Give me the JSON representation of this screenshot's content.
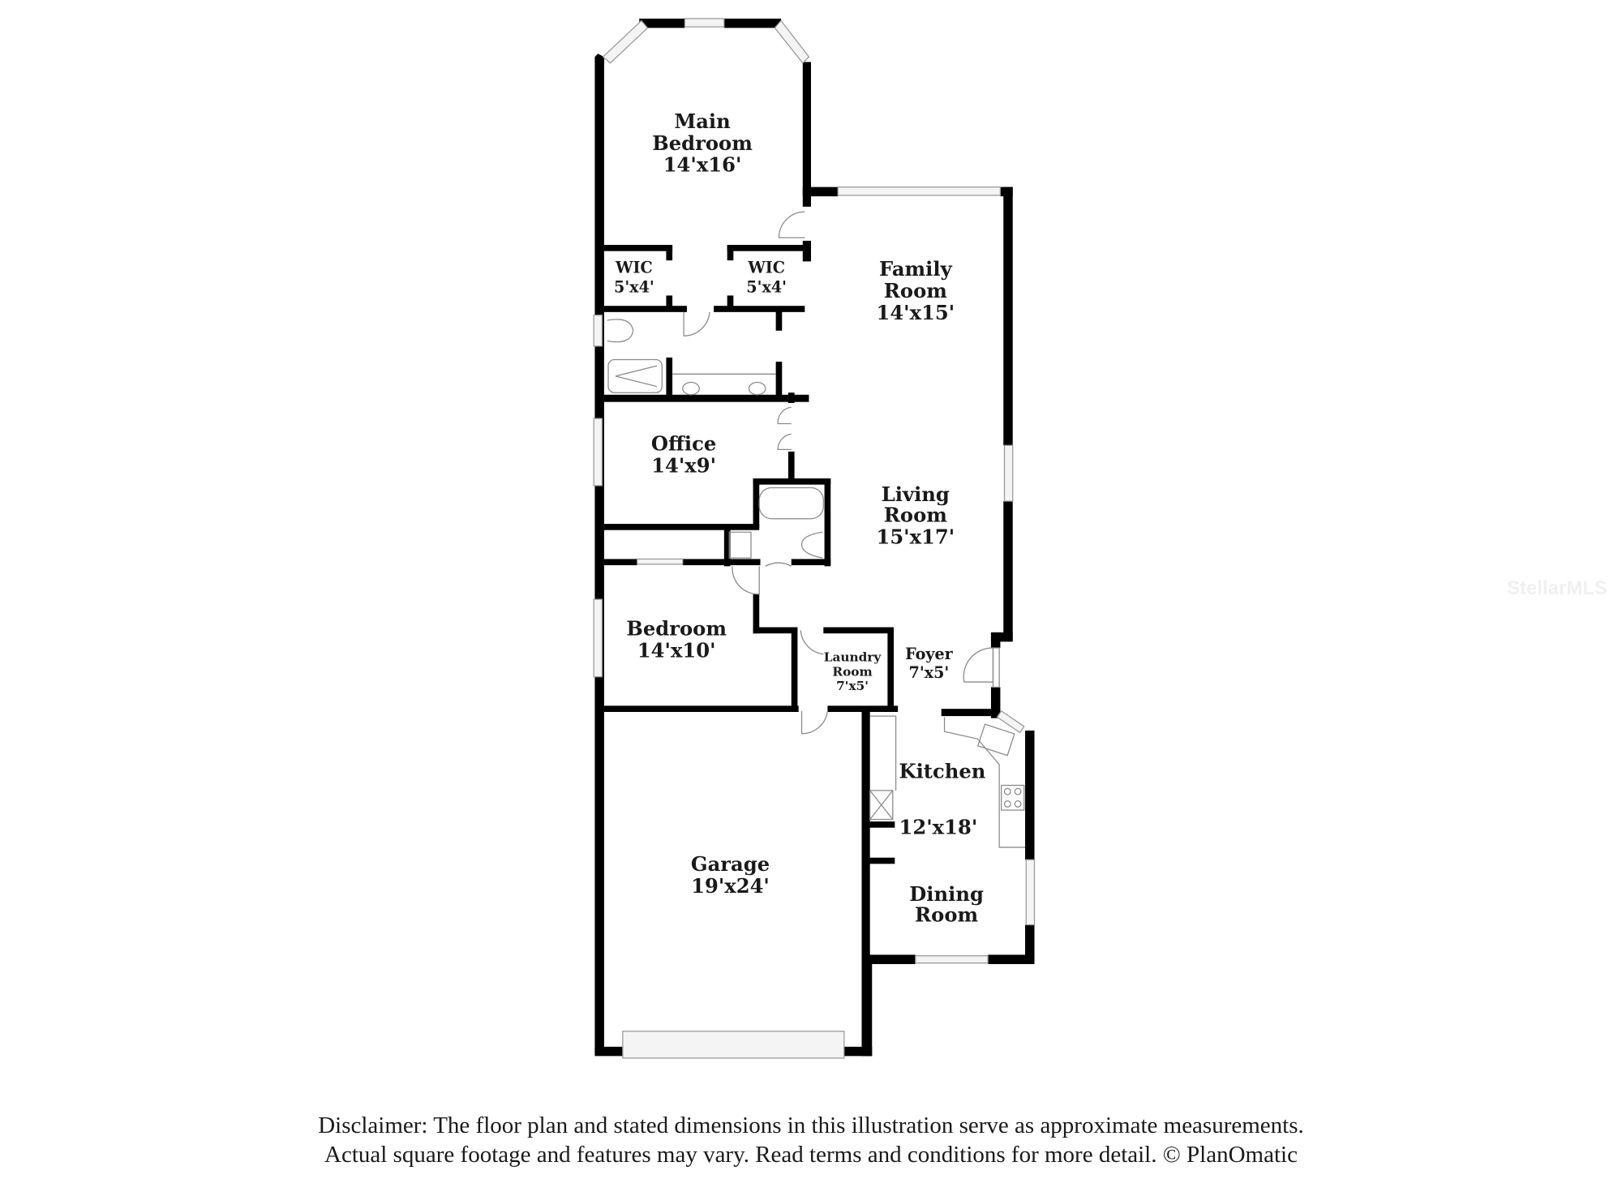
{
  "rooms": [
    {
      "name": "Main Bedroom",
      "line1": "Main",
      "line2": "Bedroom",
      "dims": "14'x16'"
    },
    {
      "name": "WIC left",
      "line1": "WIC",
      "dims": "5'x4'"
    },
    {
      "name": "WIC right",
      "line1": "WIC",
      "dims": "5'x4'"
    },
    {
      "name": "Family Room",
      "line1": "Family",
      "line2": "Room",
      "dims": "14'x15'"
    },
    {
      "name": "Office",
      "line1": "Office",
      "dims": "14'x9'"
    },
    {
      "name": "Living Room",
      "line1": "Living",
      "line2": "Room",
      "dims": "15'x17'"
    },
    {
      "name": "Bedroom",
      "line1": "Bedroom",
      "dims": "14'x10'"
    },
    {
      "name": "Laundry Room",
      "line1": "Laundry",
      "line2": "Room",
      "dims": "7'x5'"
    },
    {
      "name": "Foyer",
      "line1": "Foyer",
      "dims": "7'x5'"
    },
    {
      "name": "Kitchen",
      "line1": "Kitchen",
      "dims": "12'x18'"
    },
    {
      "name": "Garage",
      "line1": "Garage",
      "dims": "19'x24'"
    },
    {
      "name": "Dining Room",
      "line1": "Dining",
      "line2": "Room"
    }
  ],
  "disclaimer": {
    "line1": "Disclaimer: The floor plan and stated dimensions in this illustration serve as approximate measurements.",
    "line2": "Actual square footage and features may vary. Read terms and conditions for more detail. © PlanOmatic"
  },
  "watermark": "StellarMLS"
}
